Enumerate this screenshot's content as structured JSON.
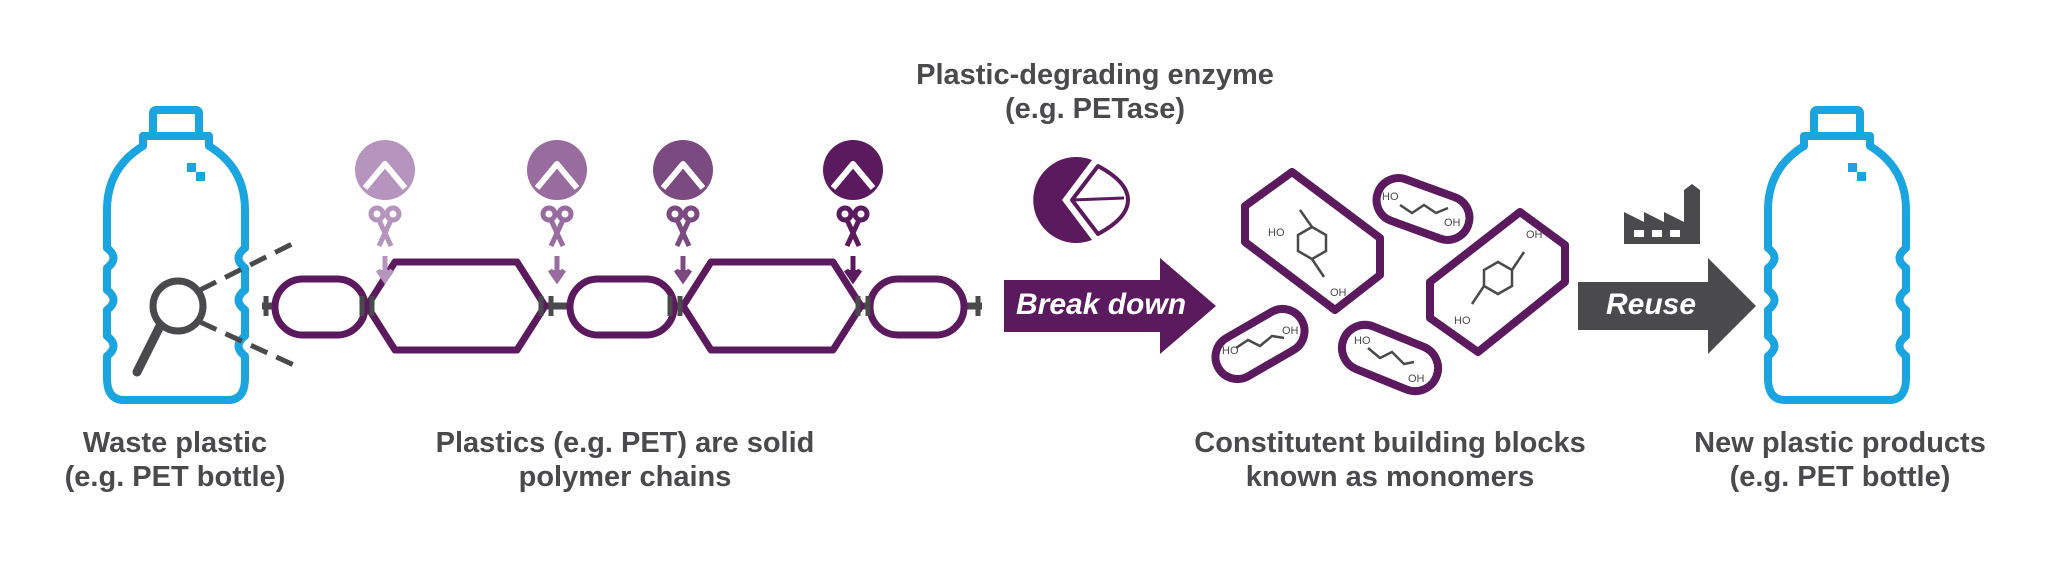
{
  "stages": {
    "waste": {
      "line1": "Waste plastic",
      "line2": "(e.g. PET bottle)"
    },
    "polymer": {
      "line1": "Plastics (e.g. PET) are solid",
      "line2": "polymer chains"
    },
    "enzyme": {
      "line1": "Plastic-degrading enzyme",
      "line2": "(e.g. PETase)"
    },
    "monomers": {
      "line1": "Constitutent building blocks",
      "line2": "known as monomers"
    },
    "new_products": {
      "line1": "New plastic products",
      "line2": "(e.g. PET bottle)"
    }
  },
  "arrows": {
    "break_down": "Break down",
    "reuse": "Reuse"
  },
  "molecule_labels": {
    "ho": "HO",
    "oh": "OH"
  },
  "colors": {
    "bottle": "#1aa5e0",
    "chain": "#5c1a5e",
    "connector": "#4a4a4c",
    "arrow_reuse": "#4a4a4c",
    "enzyme_shades": [
      "#b594bd",
      "#996c9f",
      "#7b4a80",
      "#5c1a5e"
    ]
  },
  "icons": [
    "bottle-icon",
    "magnifier-icon",
    "enzyme-icon",
    "scissors-icon",
    "factory-icon",
    "molecule-icon"
  ]
}
